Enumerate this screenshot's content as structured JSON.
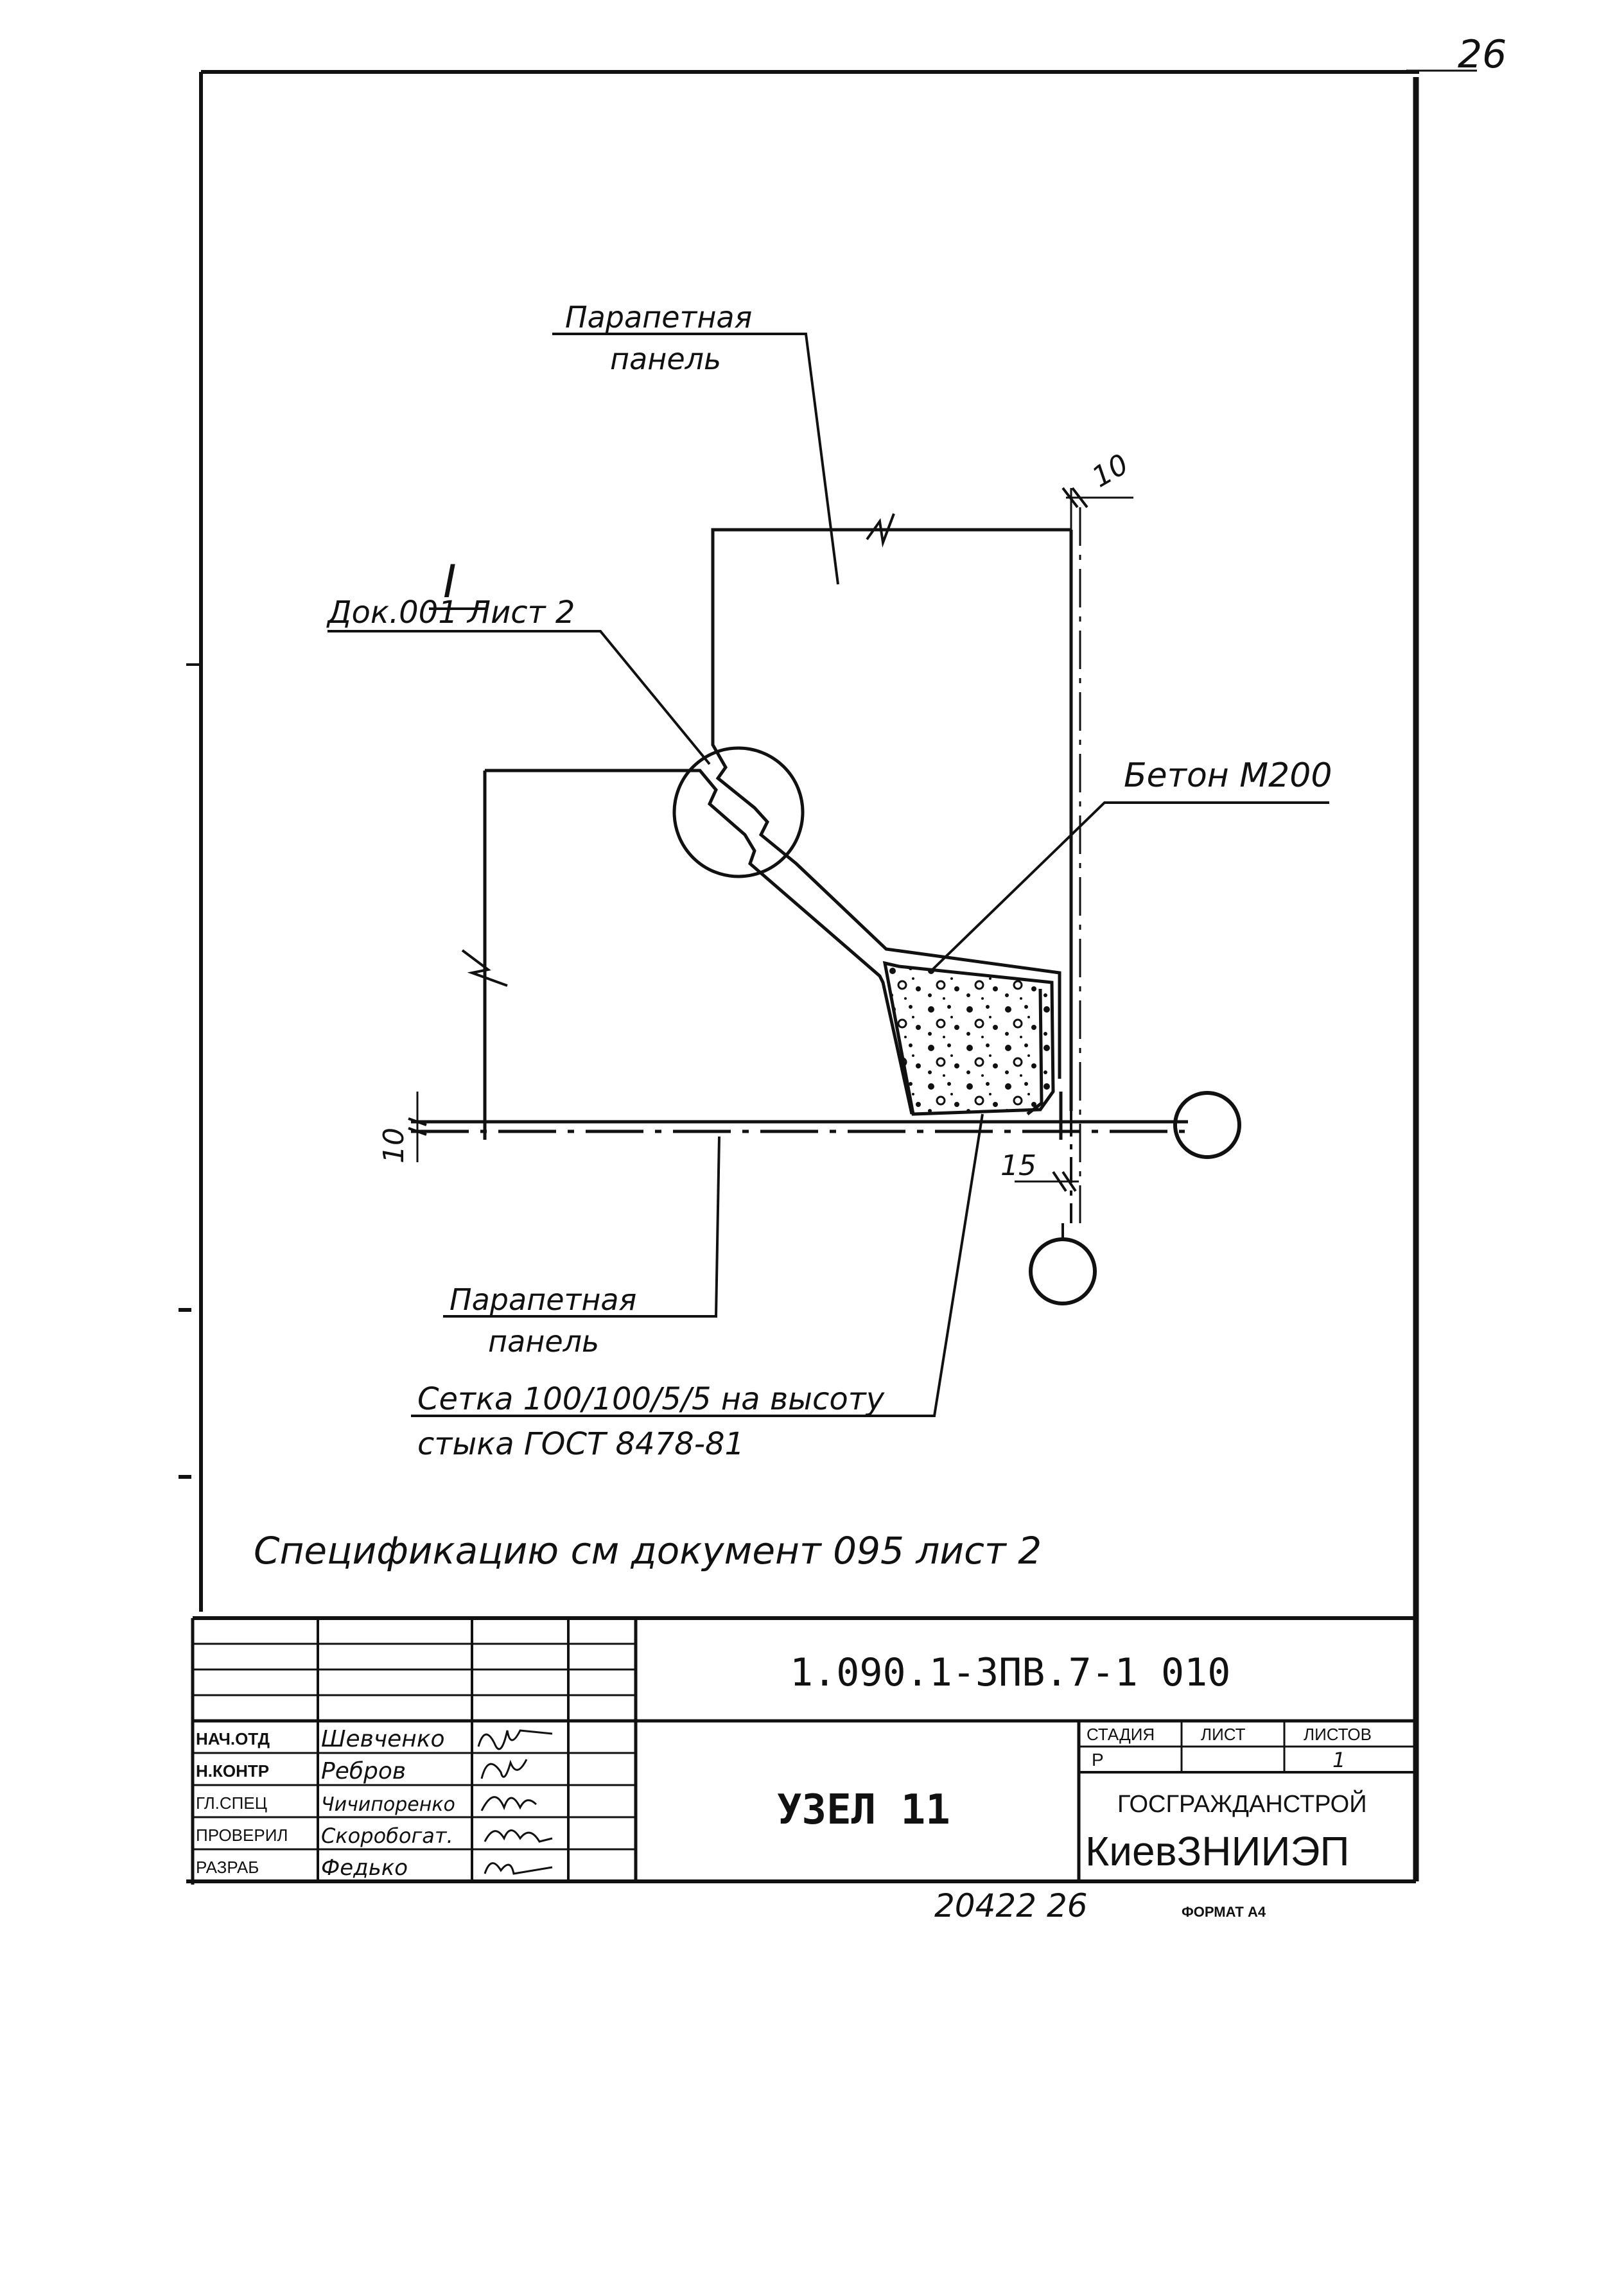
{
  "sheet_number": "26",
  "drawing": {
    "label_parapet_top": [
      "Парапетная",
      "панель"
    ],
    "label_parapet_bottom": [
      "Парапетная",
      "панель"
    ],
    "section_mark": "I",
    "section_ref": "Док.001 Лист 2",
    "concrete_label": "Бетон М200",
    "mesh_label": [
      "Сетка 100/100/5/5 на высоту",
      "стыка ГОСТ 8478-81"
    ],
    "dim_top": "10",
    "dim_left": "10",
    "dim_bottom": "15"
  },
  "spec_note": "Спецификацию см документ 095 лист 2",
  "title_block": {
    "designation": "1.090.1-3ПВ.7-1 010",
    "title": "УЗЕЛ 11",
    "stage_header": "СТАДИЯ",
    "sheet_header": "ЛИСТ",
    "sheets_header": "ЛИСТОВ",
    "stage": "Р",
    "sheet": "",
    "sheets": "1",
    "org_line1": "ГОСГРАЖДАНСТРОЙ",
    "org_line2": "КиевЗНИИЭП",
    "roles": [
      {
        "role": "НАЧ.ОТД",
        "name": "Шевченко"
      },
      {
        "role": "Н.КОНТР",
        "name": "Ребров"
      },
      {
        "role": "ГЛ.СПЕЦ",
        "name": "Чичипоренко"
      },
      {
        "role": "ПРОВЕРИЛ",
        "name": "Скоробогат."
      },
      {
        "role": "РАЗРАБ",
        "name": "Федько"
      }
    ]
  },
  "footer": {
    "inventory": "20422 26",
    "format": "ФОРМАТ А4"
  }
}
